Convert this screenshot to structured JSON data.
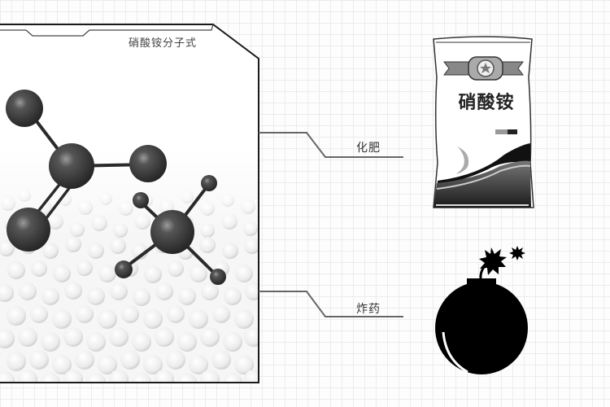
{
  "panel": {
    "title": "硝酸铵分子式",
    "description": "ammonium nitrate molecular model over white granules"
  },
  "molecule": {
    "nitrate_group": {
      "center_atom": "N",
      "bonded_atoms": [
        "O (single bond, upper-left)",
        "O (single bond, right)",
        "O (double bond, lower-left)"
      ]
    },
    "ammonium_group": {
      "center_atom": "N",
      "bonded_atoms": [
        "H",
        "H",
        "H",
        "H"
      ]
    }
  },
  "callouts": [
    {
      "label": "化肥",
      "target": "fertilizer-bag"
    },
    {
      "label": "炸药",
      "target": "bomb"
    }
  ],
  "bag": {
    "title": "硝酸铵"
  },
  "colors": {
    "atom": "#3a3a3a",
    "line": "#555555",
    "frame": "#1a1a1a",
    "grid": "#ececec"
  }
}
